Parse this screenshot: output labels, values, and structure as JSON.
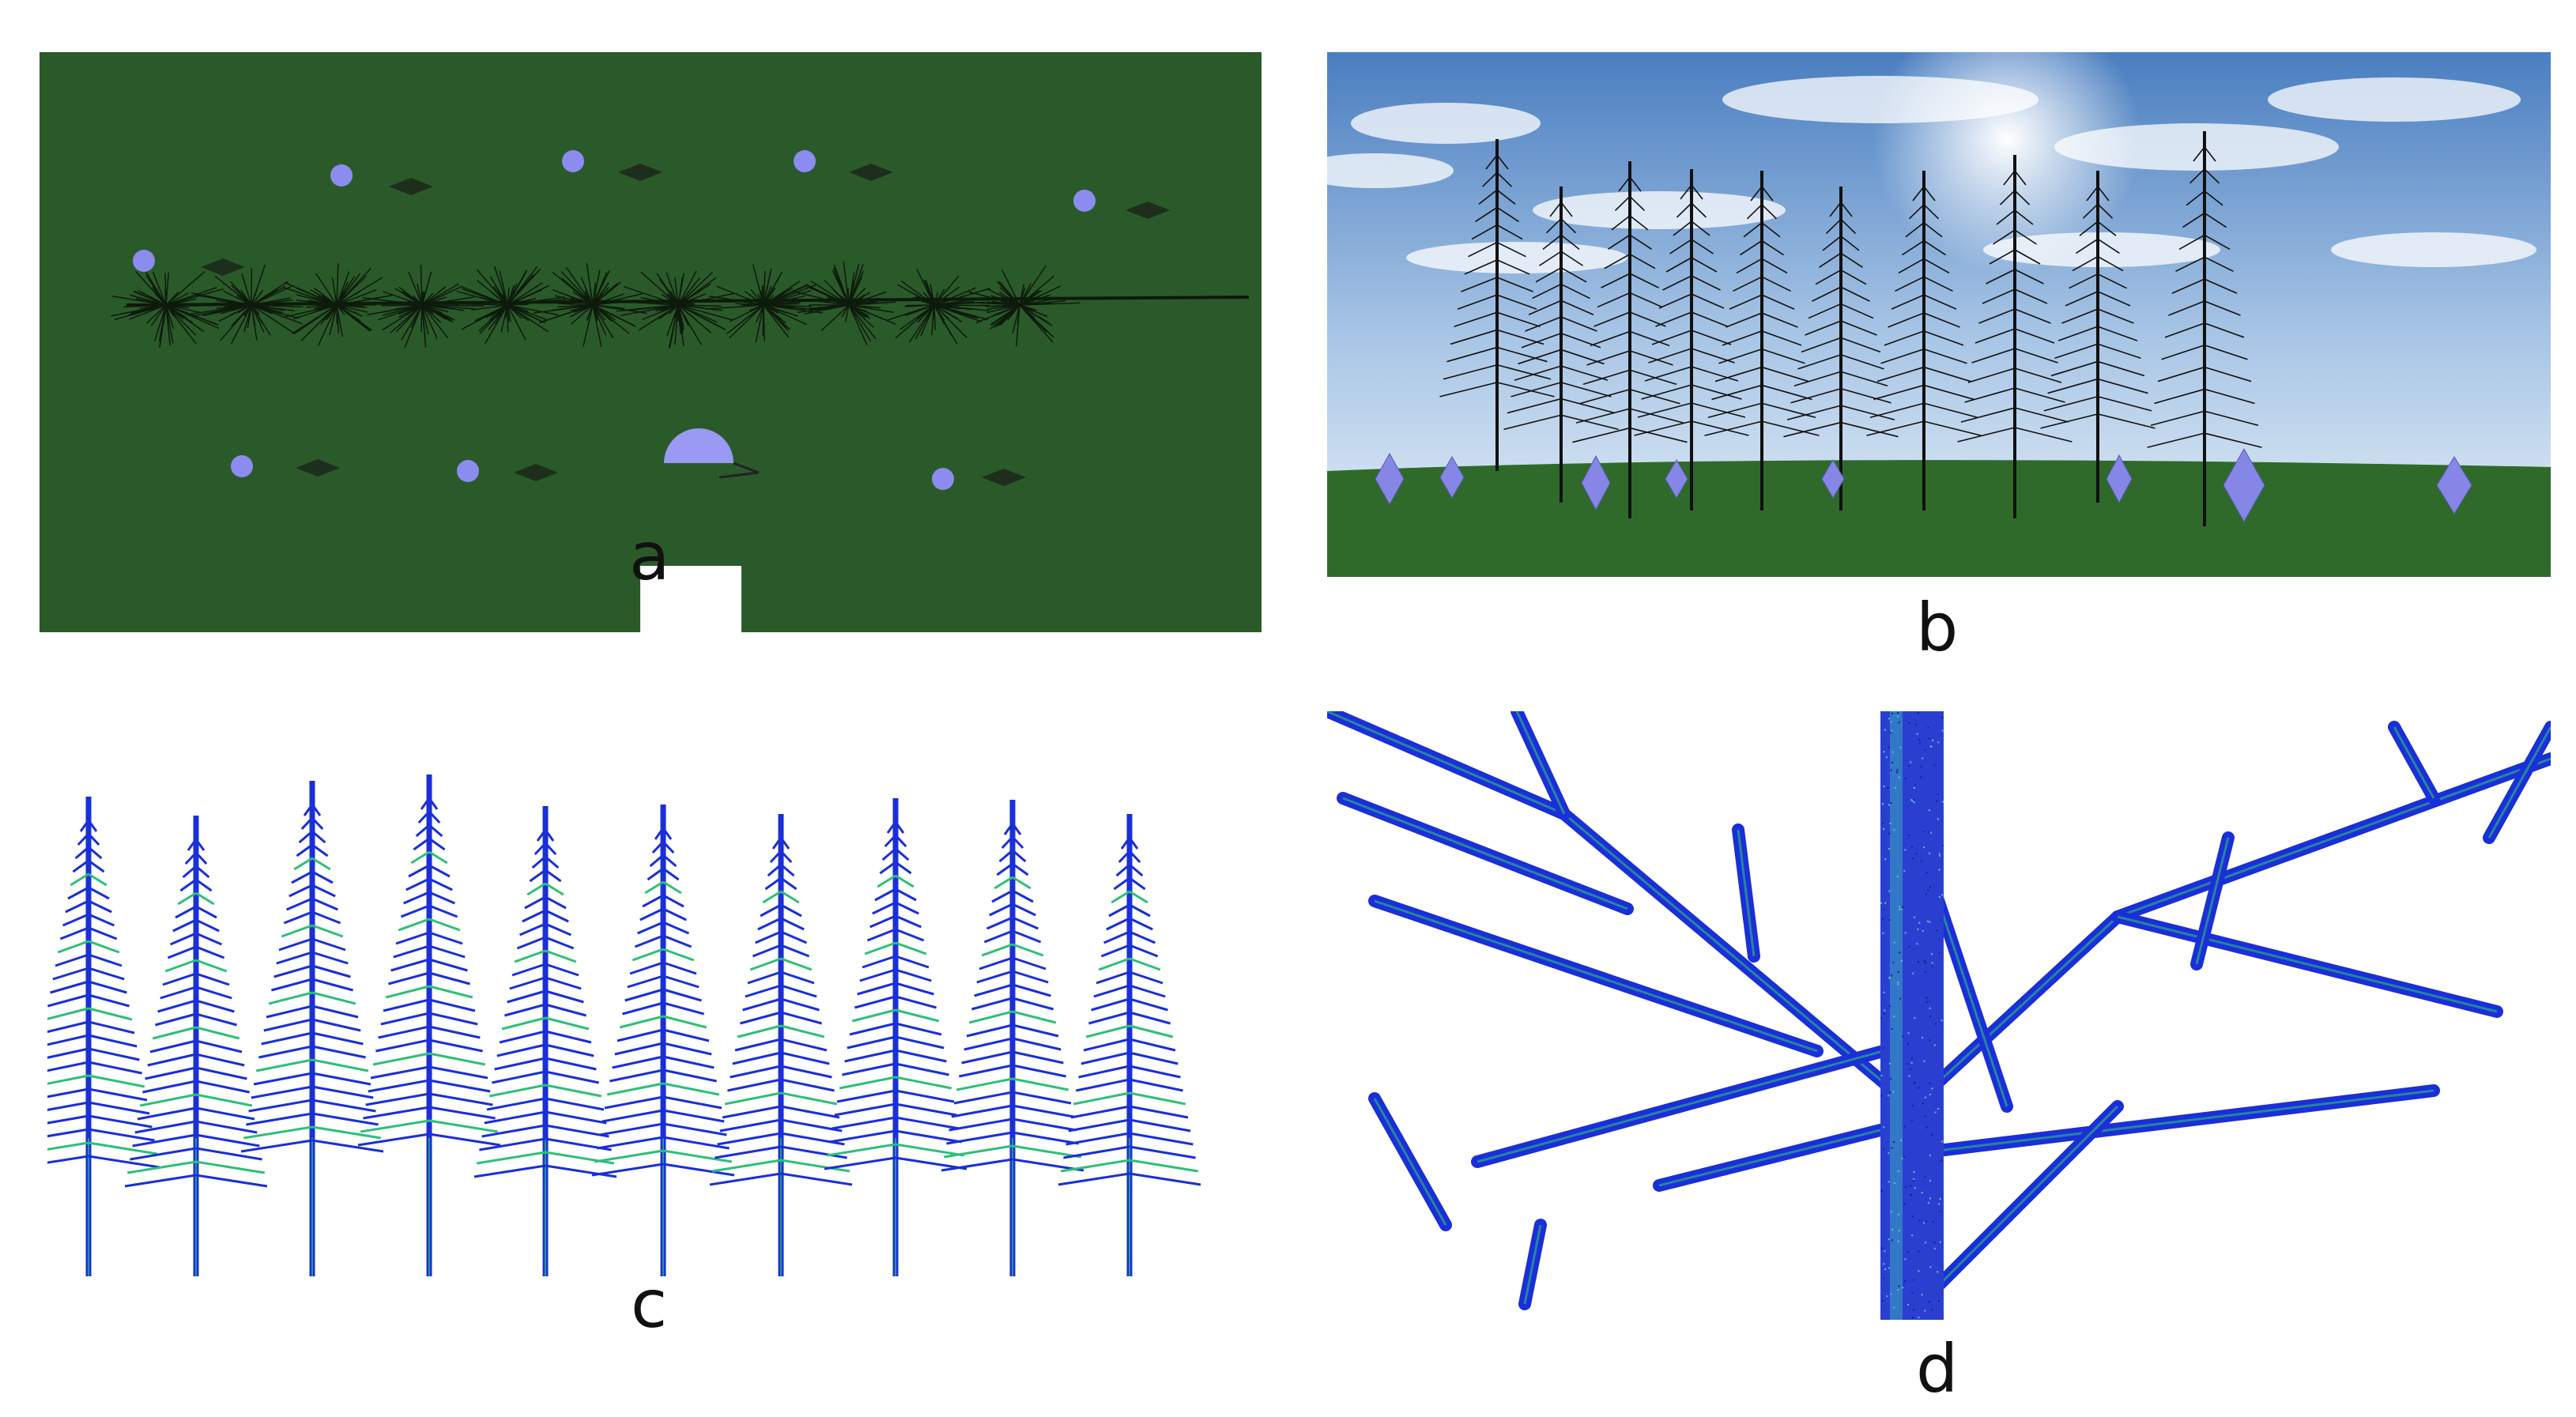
{
  "figure": {
    "panels": [
      {
        "id": "a",
        "label": "a"
      },
      {
        "id": "b",
        "label": "b"
      },
      {
        "id": "c",
        "label": "c"
      },
      {
        "id": "d",
        "label": "d"
      }
    ]
  },
  "colors": {
    "ground_green": "#2b5a2a",
    "grass_green": "#2f6a2a",
    "sky_top": "#4b7fc0",
    "sky_bottom": "#dfeaf5",
    "marker_violet": "#8c8cf0",
    "tree_black": "#111111",
    "point_blue": "#1a2fd8",
    "point_green": "#2fbf7a"
  },
  "icons": {
    "sphere_marker": "violet-sphere-icon",
    "diamond_marker": "violet-diamond-icon",
    "half_dome": "violet-half-dome-icon"
  }
}
